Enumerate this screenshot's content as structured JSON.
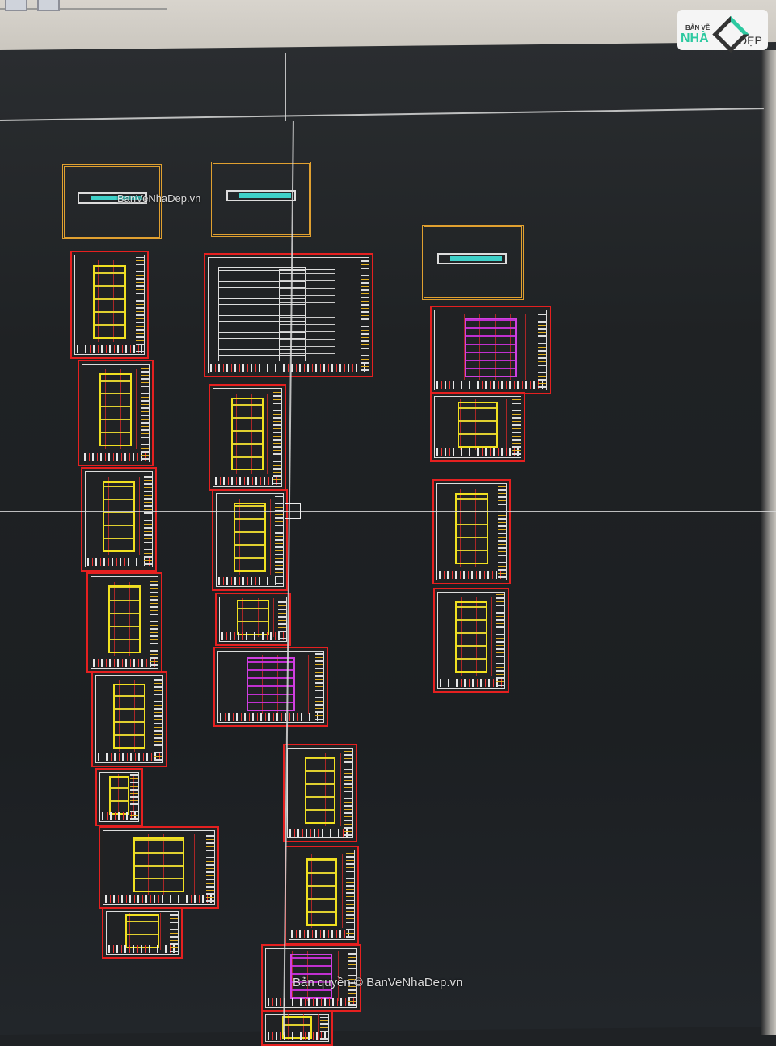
{
  "logo": {
    "small_text": "BẢN VẼ",
    "brand_text": "NHÀ",
    "tail_text": "ĐẸP"
  },
  "watermarks": {
    "center": "BanVeNhaDep.vn",
    "footer": "Bản quyền © BanVeNhaDep.vn"
  },
  "colors": {
    "canvas": "#1f2225",
    "sheet_border": "#e52020",
    "frame": "#e0a030",
    "plan": "#f0e020",
    "accent_cyan": "#3fd0c8"
  }
}
